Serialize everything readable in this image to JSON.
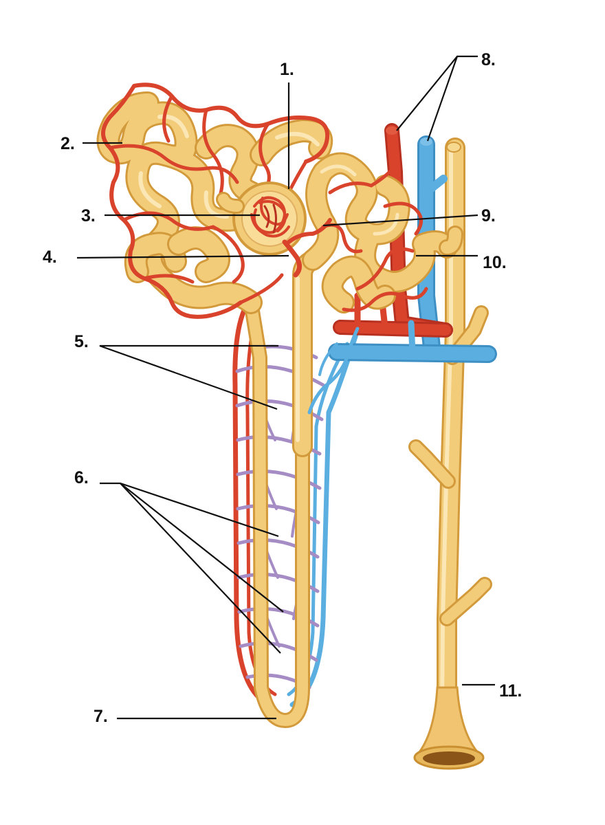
{
  "labels": {
    "l1": "1.",
    "l2": "2.",
    "l3": "3.",
    "l4": "4.",
    "l5": "5.",
    "l6": "6.",
    "l7": "7.",
    "l8": "8.",
    "l9": "9.",
    "l10": "10.",
    "l11": "11."
  },
  "colors": {
    "tubule": "#f2cc78",
    "artery": "#d9432c",
    "vein": "#5aaee0",
    "capillary_mixed": "#a58cc4"
  }
}
